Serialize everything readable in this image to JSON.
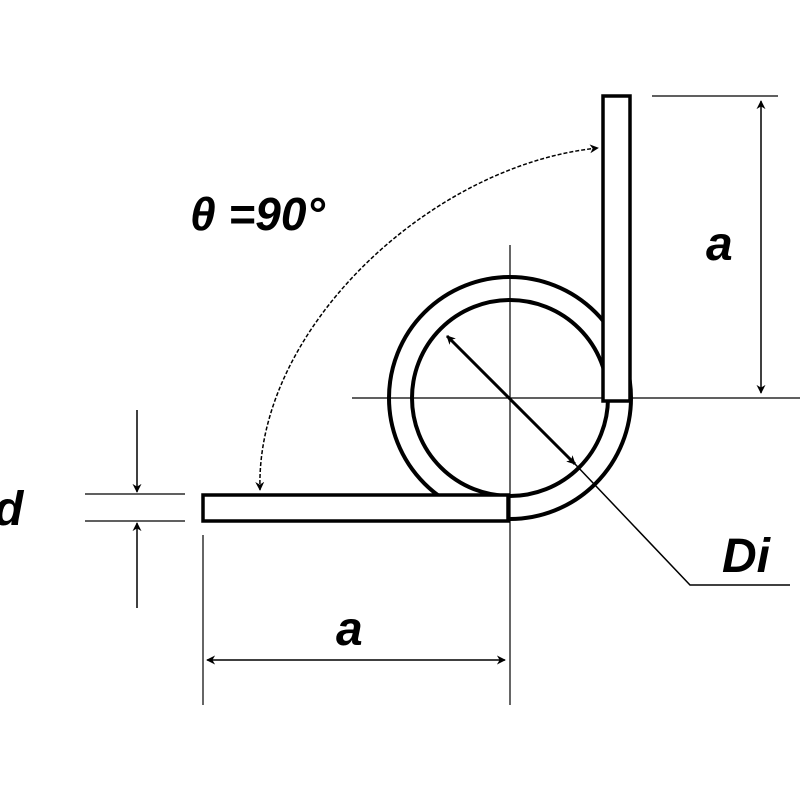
{
  "labels": {
    "angle": "θ =90°",
    "leg_length_vertical": "a",
    "leg_length_horizontal": "a",
    "wire_diameter": "d",
    "inner_diameter": "Di"
  }
}
